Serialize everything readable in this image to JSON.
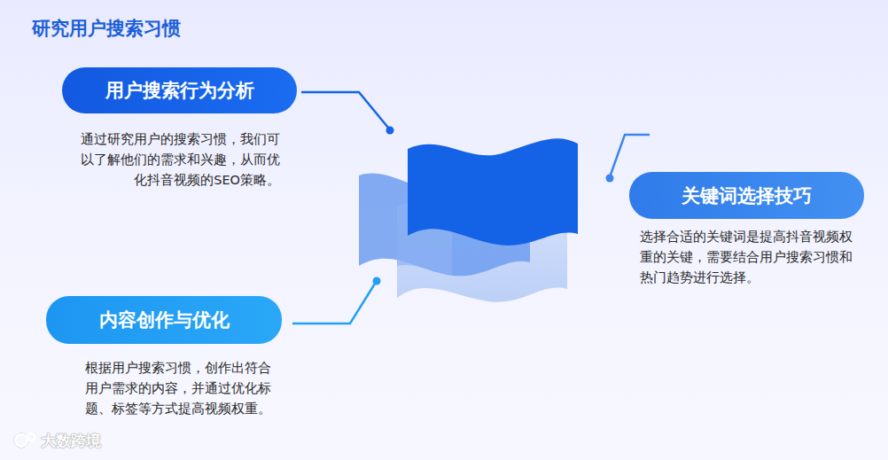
{
  "diagram": {
    "title": "研究用户搜索习惯",
    "nodes": [
      {
        "text": [
          "用户搜索行为分析",
          "通过研究用户的搜索习惯，我们可以了解他们的需求和兴趣，从而优化抖音视频的SEO策略。"
        ]
      },
      {
        "text": [
          "关键词选择技巧",
          "选择合适的关键词是提高抖音视频权重的关键，需要结合用户搜索习惯和热门趋势进行选择。"
        ]
      },
      {
        "text": [
          "内容创作与优化",
          "根据用户搜索习惯，创作出符合用户需求的内容，并通过优化标题、标签等方式提高视频权重。"
        ]
      }
    ],
    "labels": [
      "大数跨境"
    ]
  }
}
